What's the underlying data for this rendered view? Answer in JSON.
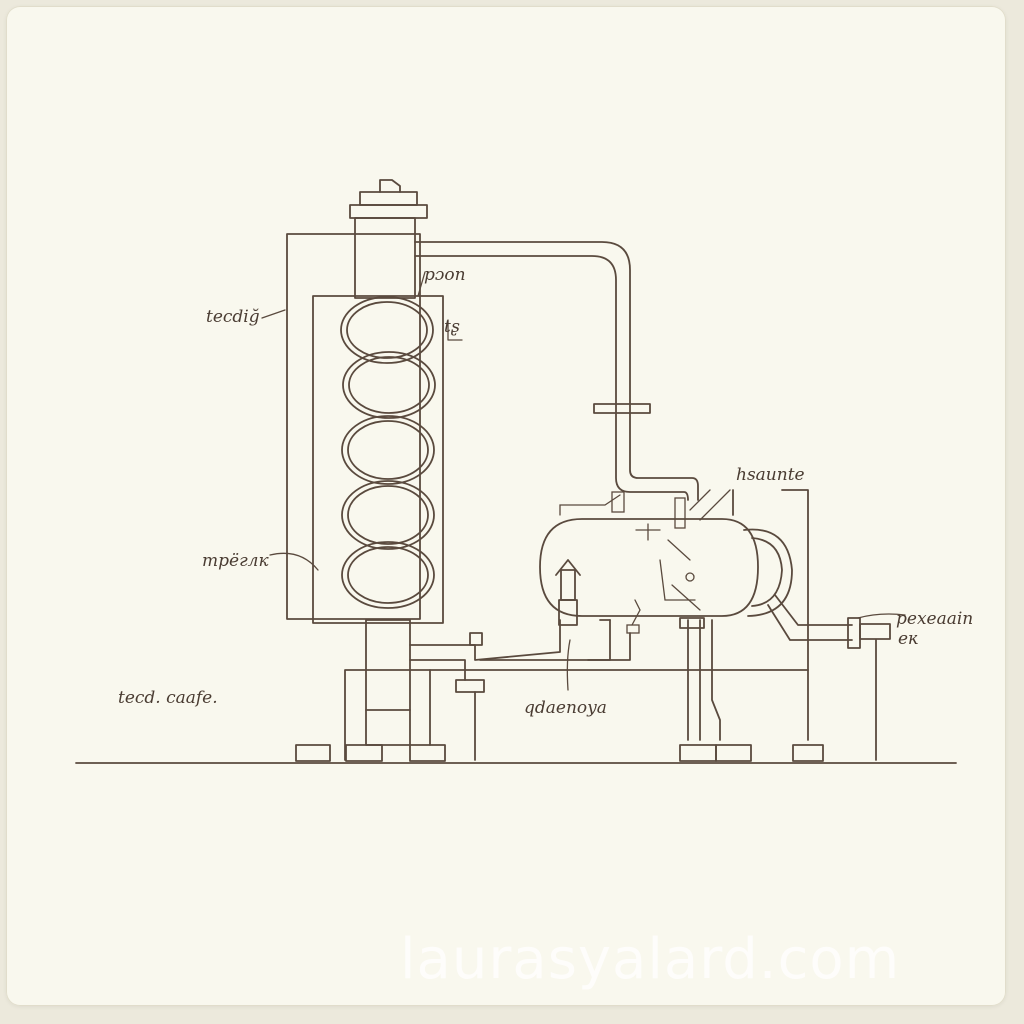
{
  "labels": {
    "feed": "tecdiğ",
    "top": "pɔon",
    "sub": "tʂ",
    "column": "трёглк",
    "bottom_left": "tecd. caafe.",
    "tank_top": "hsaunte",
    "outlet": "pexeaain",
    "outlet_sub": "eĸ",
    "piping": "qdaenoya"
  },
  "watermark": "laurasyalard.com",
  "colors": {
    "ink": "#5a4a3e",
    "paper": "#f9f8ee",
    "border": "#ece9dc"
  }
}
